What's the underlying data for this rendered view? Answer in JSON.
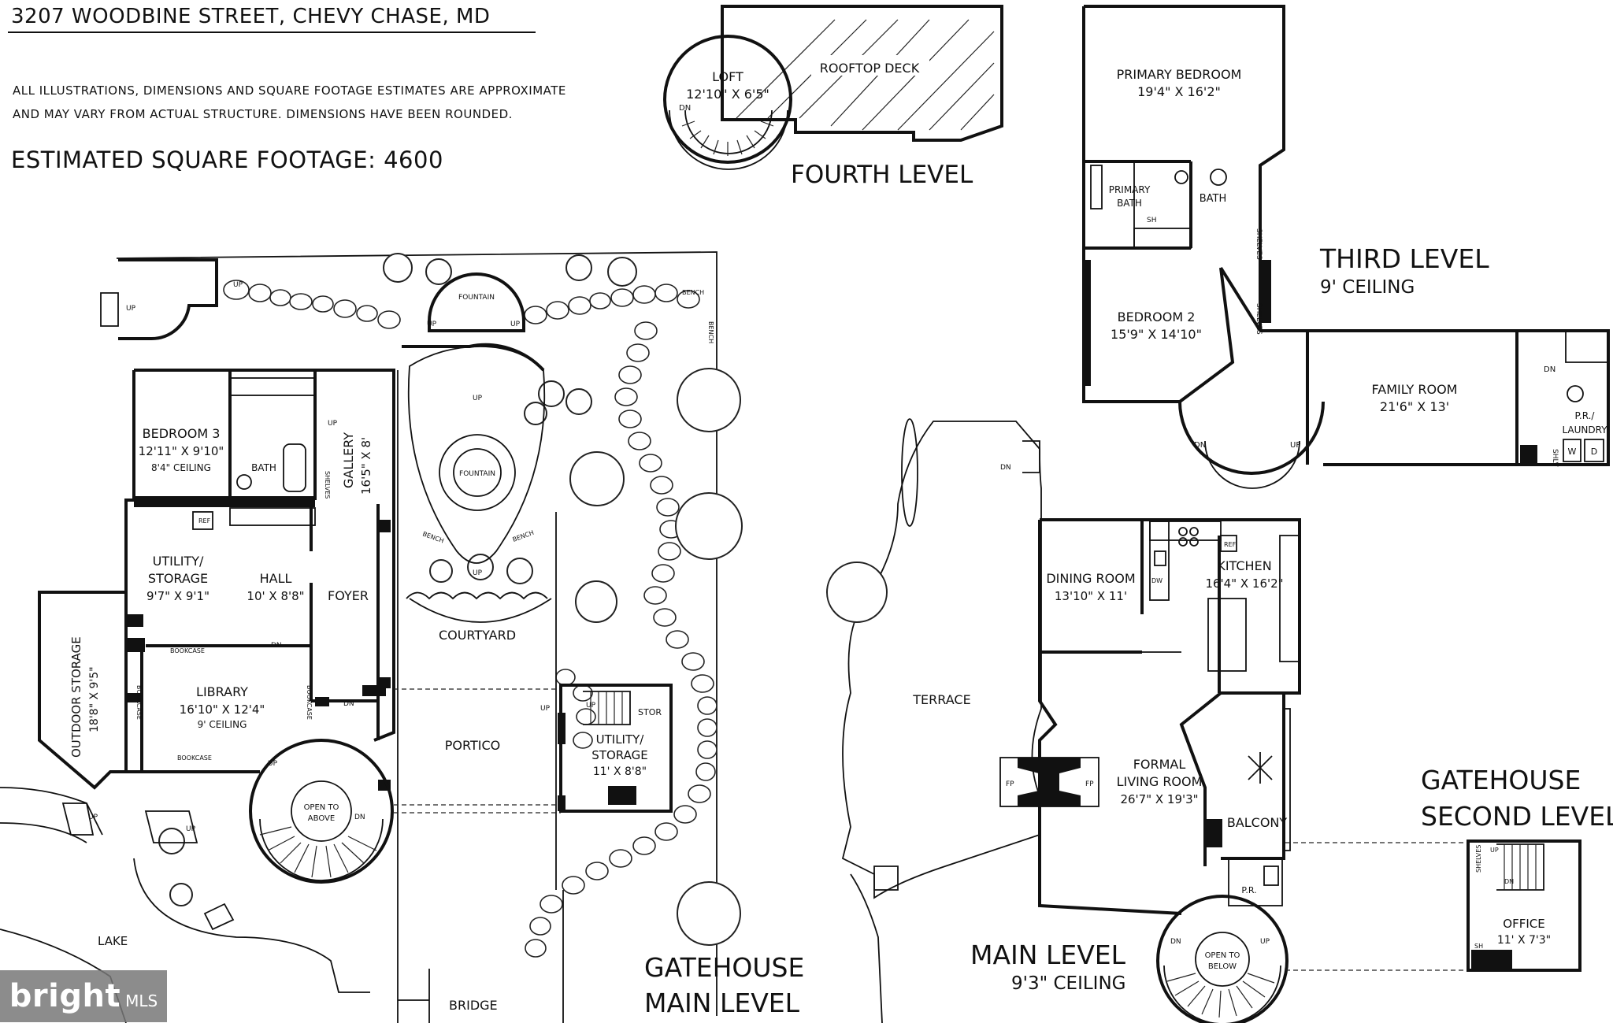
{
  "header": {
    "address": "3207 WOODBINE STREET, CHEVY CHASE, MD",
    "disclaimer_line1": "ALL ILLUSTRATIONS, DIMENSIONS AND SQUARE FOOTAGE ESTIMATES ARE APPROXIMATE",
    "disclaimer_line2": "AND MAY VARY FROM ACTUAL STRUCTURE. DIMENSIONS HAVE BEEN ROUNDED.",
    "sqft": "ESTIMATED SQUARE FOOTAGE: 4600"
  },
  "levels": {
    "fourth": "FOURTH LEVEL",
    "third": "THIRD LEVEL",
    "third_ceiling": "9' CEILING",
    "main": "MAIN LEVEL",
    "main_ceiling": "9'3\" CEILING",
    "gatehouse_main_1": "GATEHOUSE",
    "gatehouse_main_2": "MAIN LEVEL",
    "gatehouse_second_1": "GATEHOUSE",
    "gatehouse_second_2": "SECOND LEVEL"
  },
  "rooms": {
    "loft": {
      "name": "LOFT",
      "dims": "12'10\" X 6'5\""
    },
    "rooftop_deck": {
      "name": "ROOFTOP DECK"
    },
    "primary_bedroom": {
      "name": "PRIMARY BEDROOM",
      "dims": "19'4\" X 16'2\""
    },
    "primary_bath": {
      "name1": "PRIMARY",
      "name2": "BATH"
    },
    "bath_third": {
      "name": "BATH"
    },
    "bedroom2": {
      "name": "BEDROOM 2",
      "dims": "15'9\" X 14'10\""
    },
    "family_room": {
      "name": "FAMILY ROOM",
      "dims": "21'6\" X 13'"
    },
    "pr_laundry": {
      "name1": "P.R./",
      "name2": "LAUNDRY"
    },
    "bedroom3": {
      "name": "BEDROOM 3",
      "dims": "12'11\" X 9'10\"",
      "ceiling": "8'4\" CEILING"
    },
    "bath_gate": {
      "name": "BATH"
    },
    "gallery": {
      "name": "GALLERY",
      "dims": "16'5\" X 8'"
    },
    "utility1": {
      "name1": "UTILITY/",
      "name2": "STORAGE",
      "dims": "9'7\" X 9'1\""
    },
    "hall": {
      "name": "HALL",
      "dims": "10' X 8'8\""
    },
    "foyer": {
      "name": "FOYER"
    },
    "library": {
      "name": "LIBRARY",
      "dims": "16'10\" X 12'4\"",
      "ceiling": "9' CEILING"
    },
    "outdoor_storage": {
      "name": "OUTDOOR STORAGE",
      "dims": "18'8\" X 9'5\""
    },
    "open_above": {
      "line1": "OPEN TO",
      "line2": "ABOVE"
    },
    "courtyard": {
      "name": "COURTYARD"
    },
    "portico": {
      "name": "PORTICO"
    },
    "utility2": {
      "name1": "UTILITY/",
      "name2": "STORAGE",
      "dims": "11' X 8'8\""
    },
    "fountain": {
      "name": "FOUNTAIN"
    },
    "terrace": {
      "name": "TERRACE"
    },
    "dining": {
      "name": "DINING ROOM",
      "dims": "13'10\" X 11'"
    },
    "kitchen": {
      "name": "KITCHEN",
      "dims": "16'4\" X 16'2\""
    },
    "formal_living": {
      "name1": "FORMAL",
      "name2": "LIVING ROOM",
      "dims": "26'7\" X 19'3\""
    },
    "balcony": {
      "name": "BALCONY"
    },
    "pr_main": {
      "name": "P.R."
    },
    "open_below": {
      "line1": "OPEN TO",
      "line2": "BELOW"
    },
    "office": {
      "name": "OFFICE",
      "dims": "11' X 7'3\""
    },
    "lake": {
      "name": "LAKE"
    },
    "bridge": {
      "name": "BRIDGE"
    }
  },
  "small_labels": {
    "up": "UP",
    "dn": "DN",
    "sh": "SH",
    "shelves": "SHELVES",
    "shlv": "SHLV",
    "ref": "REF",
    "dw": "DW",
    "fp": "FP",
    "bench": "BENCH",
    "bookcase": "BOOKCASE",
    "stor": "STOR",
    "w": "W",
    "d": "D"
  },
  "watermark": {
    "brand": "bright",
    "suffix": "MLS"
  }
}
